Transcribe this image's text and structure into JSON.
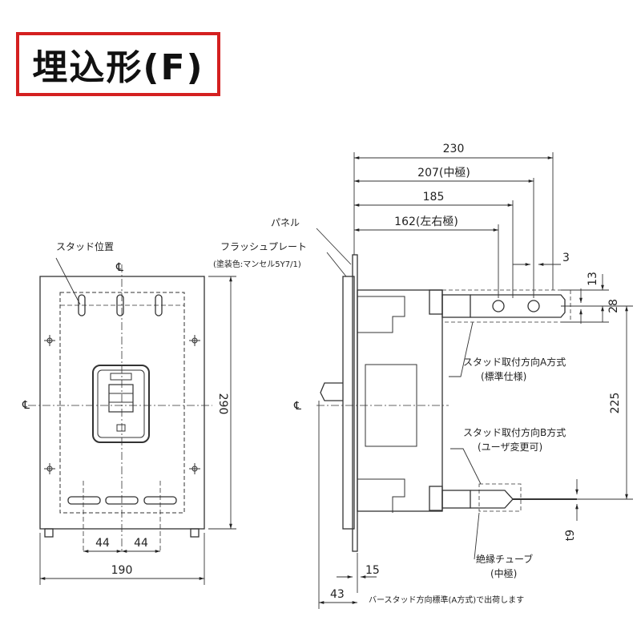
{
  "title": "埋込形(F)",
  "labels": {
    "stud_position": "スタッド位置",
    "cl_mark": "℄",
    "panel": "パネル",
    "flush_plate": "フラッシュプレート",
    "paint_color": "(塗装色:マンセル5Y7/1)",
    "stud_a_line1": "スタッド取付方向A方式",
    "stud_a_line2": "(標準仕様)",
    "stud_b_line1": "スタッド取付方向B方式",
    "stud_b_line2": "(ユーザ変更可)",
    "tube_line1": "絶縁チューブ",
    "tube_line2": "(中極)",
    "footnote": "バースタッド方向標準(A方式)で出荷します"
  },
  "dimensions": {
    "d230": "230",
    "d207": "207(中極)",
    "d185": "185",
    "d162": "162(左右極)",
    "d3": "3",
    "d13": "13",
    "d28": "28",
    "d225": "225",
    "d290": "290",
    "d190": "190",
    "d44a": "44",
    "d44b": "44",
    "d15": "15",
    "d43": "43",
    "t9": "t9"
  }
}
